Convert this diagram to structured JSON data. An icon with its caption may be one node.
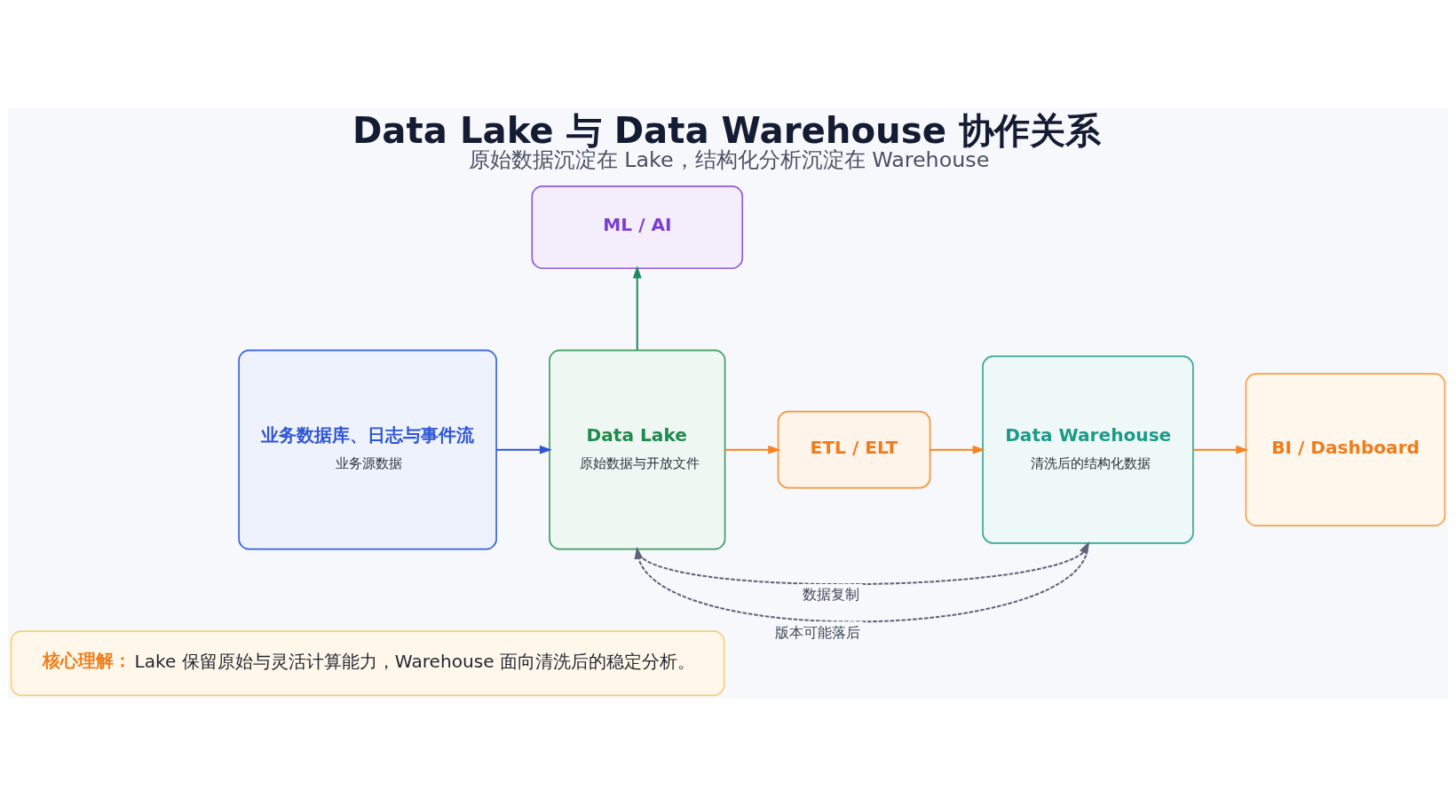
{
  "diagram": {
    "title": "Data Lake 与 Data Warehouse 协作关系",
    "caption": "原始数据沉淀在 Lake，结构化分析沉淀在 Warehouse",
    "nodes": [
      {
        "text": [
          "业务数据库、日志与事件流",
          "业务源数据"
        ]
      },
      {
        "text": [
          "Data Lake",
          "原始数据与开放文件"
        ]
      },
      {
        "text": [
          "ML / AI"
        ]
      },
      {
        "text": [
          "ETL / ELT"
        ]
      },
      {
        "text": [
          "Data Warehouse",
          "清洗后的结构化数据"
        ]
      },
      {
        "text": [
          "BI / Dashboard"
        ]
      },
      {
        "text": [
          "核心理解：",
          "Lake 保留原始与灵活计算能力，Warehouse 面向清洗后的稳定分析。"
        ]
      }
    ],
    "edges": [
      {
        "from": 0,
        "to": 1,
        "arrow": "to",
        "color": "#2f55d4"
      },
      {
        "from": 1,
        "to": 2,
        "arrow": "to",
        "color": "#1f8a5a"
      },
      {
        "from": 1,
        "to": 3,
        "arrow": "to"
      },
      {
        "from": 3,
        "to": 4,
        "arrow": "to"
      },
      {
        "from": 1,
        "to": 4,
        "arrow": "to",
        "label": "数据复制",
        "style": "dashed",
        "color": "#5b6478"
      },
      {
        "from": 4,
        "to": 1,
        "arrow": "to",
        "label": "版本可能落后",
        "style": "dashed",
        "color": "#5b6478"
      },
      {
        "from": 4,
        "to": 5,
        "arrow": "to"
      }
    ]
  }
}
